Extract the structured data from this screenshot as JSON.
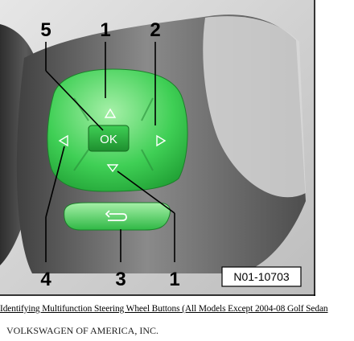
{
  "callouts": {
    "c5": "5",
    "c1_top": "1",
    "c2": "2",
    "c4": "4",
    "c3": "3",
    "c1_bottom": "1"
  },
  "buttons": {
    "ok_label": "OK"
  },
  "figure_code": "N01-10703",
  "caption": "Identifying Multifunction Steering Wheel Buttons (All Models Except 2004-08 Golf Sedan",
  "footer": "VOLKSWAGEN OF AMERICA, INC.",
  "colors": {
    "button_green": "#3fcf55",
    "button_green_light": "#a6f0a8",
    "housing_gray": "#6a6a6a",
    "background_gray": "#cfcfcf"
  }
}
